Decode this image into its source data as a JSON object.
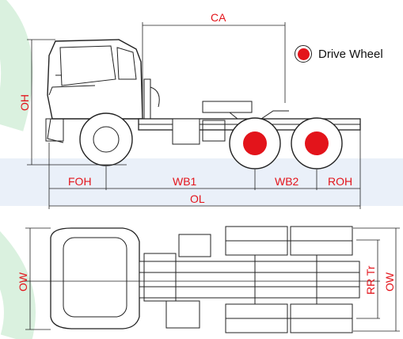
{
  "legend": {
    "label": "Drive Wheel"
  },
  "dimensions": {
    "ca": "CA",
    "oh": "OH",
    "foh": "FOH",
    "wb1": "WB1",
    "wb2": "WB2",
    "roh": "ROH",
    "ol": "OL",
    "ow_left": "OW",
    "rr_tr": "RR Tr",
    "ow_right": "OW"
  },
  "colors": {
    "dimension": "#e3141b",
    "drive_wheel": "#e3141b",
    "line": "#222222",
    "watermark": "#2b6cc4"
  }
}
